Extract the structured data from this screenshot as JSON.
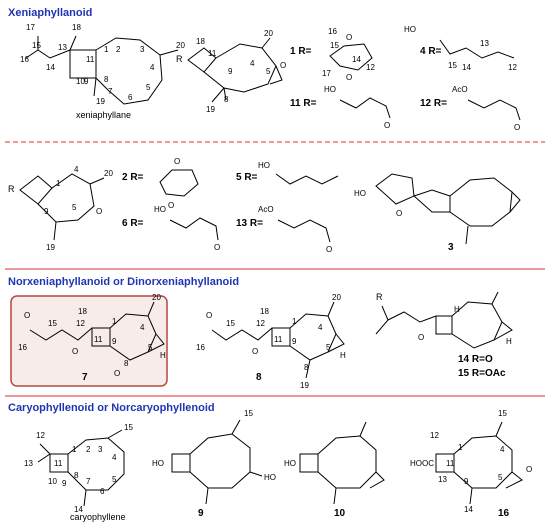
{
  "sections": [
    {
      "title": "Xeniaphyllanoid"
    },
    {
      "title": "Norxeniaphyllanoid or Dinorxeniaphyllanoid"
    },
    {
      "title": "Caryophyllenoid or Norcaryophyllenoid"
    }
  ],
  "colors": {
    "header": "#1f35b4",
    "divider": "#d9302f",
    "highlight_border": "#b5483a",
    "highlight_fill": "#f8ecea"
  },
  "names": {
    "xeniaphyllane": "xeniaphyllane",
    "caryophyllene": "caryophyllene"
  },
  "compounds": {
    "c1": "1",
    "c2": "2",
    "c3": "3",
    "c4": "4",
    "c5": "5",
    "c6": "6",
    "c7": "7",
    "c8": "8",
    "c9": "9",
    "c10": "10",
    "c11": "11",
    "c12": "12",
    "c13": "13",
    "c14": "14",
    "c15": "15",
    "c16": "16"
  },
  "r_labels": {
    "r1": "1 R=",
    "r4": "4 R=",
    "r11": "11 R=",
    "r12": "12 R=",
    "r2": "2 R=",
    "r6": "6 R=",
    "r5": "5 R=",
    "r13": "13 R=",
    "r14": "14 R=O",
    "r15": "15 R=OAc"
  },
  "atoms": {
    "O": "O",
    "OH": "HO",
    "OAc": "AcO",
    "H": "H",
    "R": "R",
    "HOOC": "HOOC"
  }
}
